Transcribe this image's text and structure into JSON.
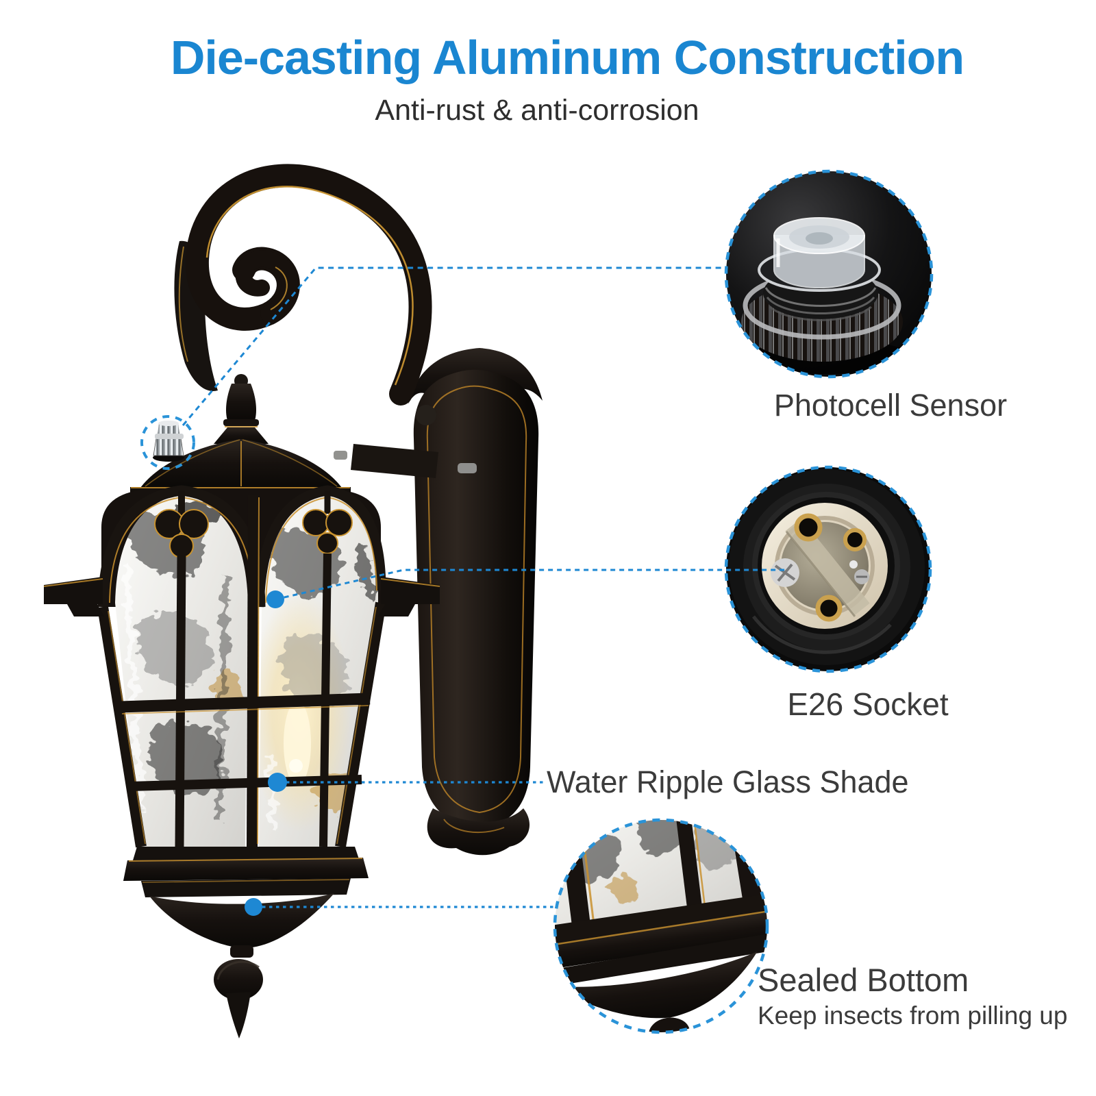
{
  "header": {
    "title": "Die-casting Aluminum Construction",
    "subtitle": "Anti-rust & anti-corrosion"
  },
  "callouts": [
    {
      "id": "photocell-sensor",
      "label": "Photocell Sensor"
    },
    {
      "id": "e26-socket",
      "label": "E26 Socket"
    },
    {
      "id": "water-ripple-glass-shade",
      "label": "Water Ripple Glass Shade"
    },
    {
      "id": "sealed-bottom",
      "label": "Sealed Bottom",
      "sublabel": "Keep insects from pilling up"
    }
  ],
  "colors": {
    "accent_blue": "#1a86d1",
    "connector_blue": "#1e88d3",
    "dashed_circle_blue": "#2a93d8",
    "label_gray": "#3b3b3b",
    "gold_trim": "#c9912e",
    "lantern_black": "#17120f"
  }
}
